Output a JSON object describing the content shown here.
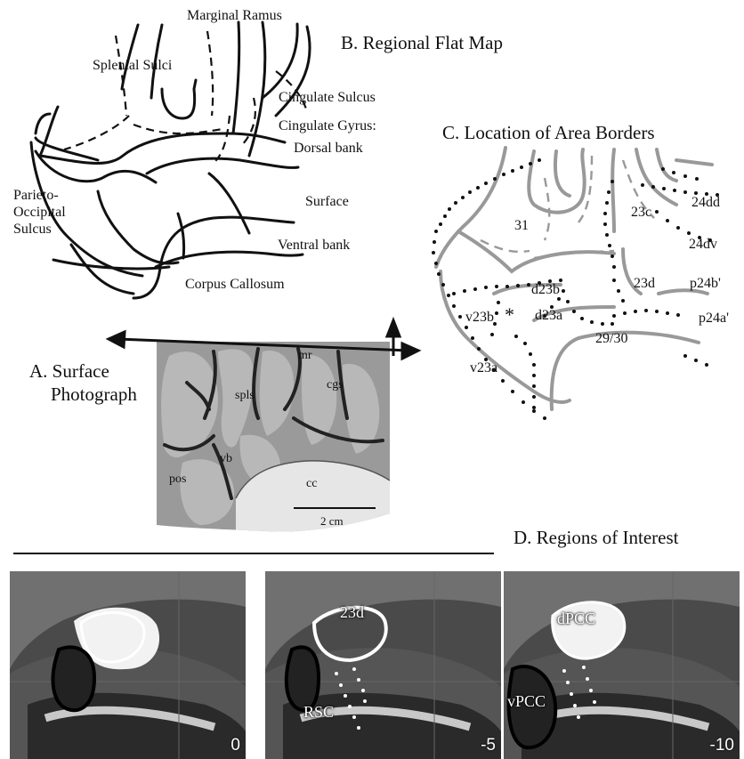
{
  "panel_b": {
    "title": "B. Regional Flat Map",
    "labels": {
      "marginal_ramus": "Marginal Ramus",
      "splenial_sulci": "Splenial Sulci",
      "cingulate_sulcus": "Cingulate Sulcus",
      "cingulate_gyrus": "Cingulate Gyrus:",
      "dorsal_bank": "Dorsal bank",
      "parieto": "Parieto-",
      "occipital": "Occipital",
      "sulcus": "Sulcus",
      "surface": "Surface",
      "ventral_bank": "Ventral bank",
      "corpus_callosum": "Corpus Callosum"
    }
  },
  "panel_c": {
    "title": "C. Location of Area Borders",
    "areas": {
      "a31": "31",
      "a23c": "23c",
      "a24dd": "24dd",
      "a24dv": "24dv",
      "a23d": "23d",
      "ap24b": "p24b'",
      "ad23b": "d23b",
      "av23b": "v23b",
      "aster": "*",
      "ad23a": "d23a",
      "ap24a": "p24a'",
      "a2930": "29/30",
      "av23a": "v23a"
    }
  },
  "panel_a": {
    "title_line1": "A. Surface",
    "title_line2": "Photograph",
    "labels": {
      "mr": "mr",
      "cgs": "cgs",
      "spls": "spls",
      "vb": "vb",
      "pos": "pos",
      "cc": "cc",
      "scale": "2 cm"
    }
  },
  "panel_d": {
    "title": "D. Regions of Interest",
    "slices": [
      {
        "value": "0"
      },
      {
        "value": "-5",
        "roi_top": "23d",
        "roi_bottom": "RSC"
      },
      {
        "value": "-10",
        "roi_top": "dPCC",
        "roi_bottom": "vPCC"
      }
    ]
  }
}
